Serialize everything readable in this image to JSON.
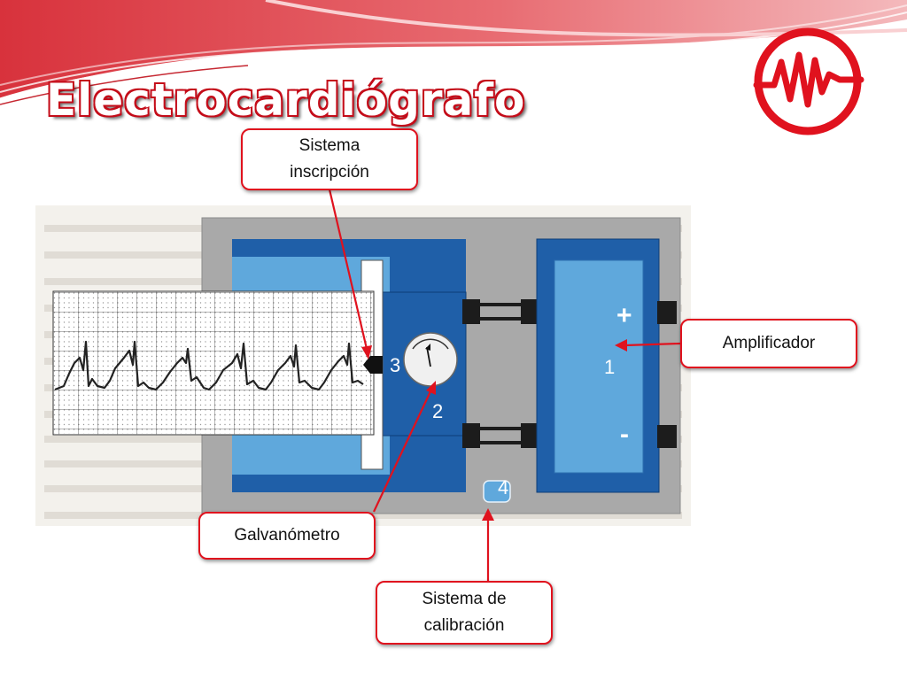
{
  "title": "Electrocardiógrafo",
  "callouts": {
    "inscripcion": {
      "line1": "Sistema",
      "line2": "inscripción"
    },
    "amplificador": {
      "text": "Amplificador"
    },
    "galvanometro": {
      "text": "Galvanómetro"
    },
    "calibracion": {
      "line1": "Sistema de",
      "line2": "calibración"
    }
  },
  "diagram": {
    "labels": {
      "n1": "1",
      "n2": "2",
      "n3": "3",
      "n4": "4",
      "plus": "+",
      "minus": "-"
    }
  },
  "icons": {
    "logo": "ecg-wave-icon"
  },
  "colors": {
    "accent": "#e0121e",
    "dark_blue": "#1f5fa8",
    "light_blue": "#5fa8dc",
    "frame_gray": "#a9a9a9"
  }
}
